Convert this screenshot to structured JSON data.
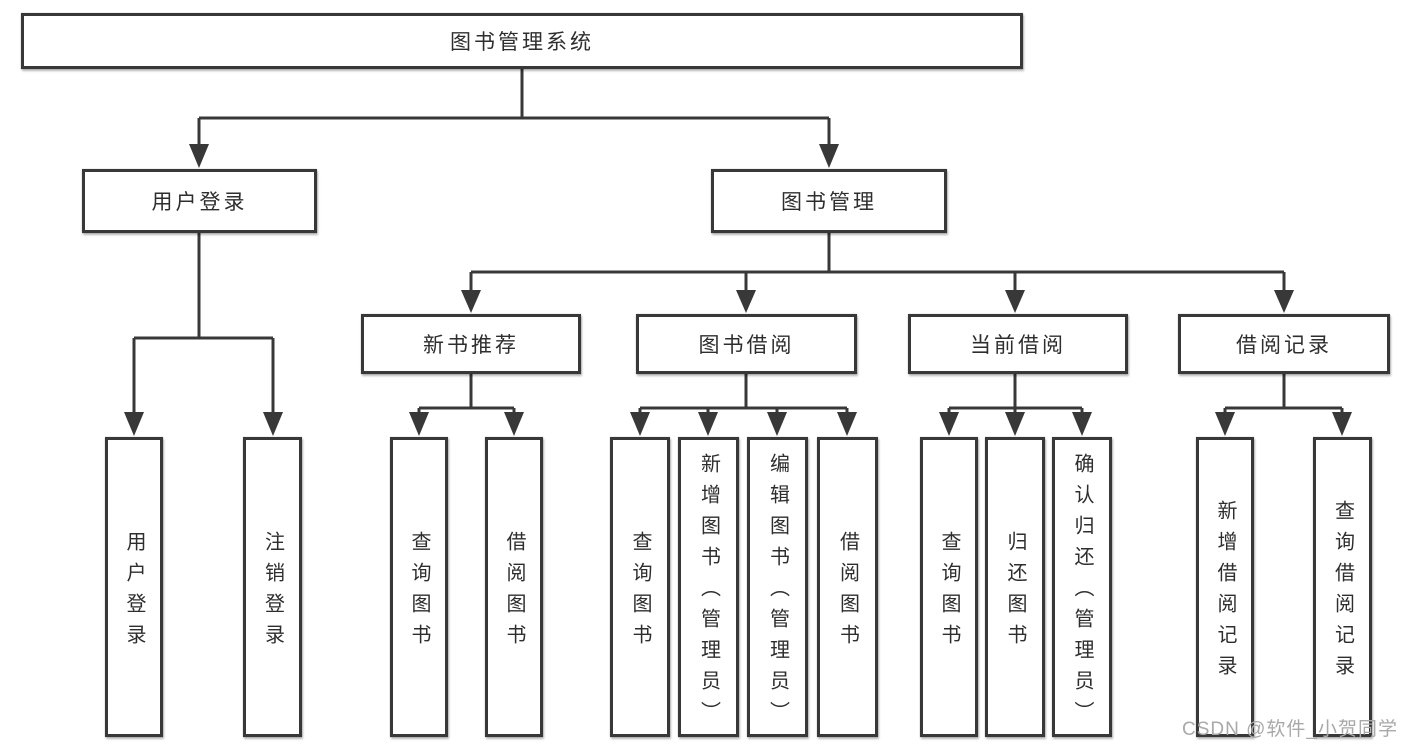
{
  "colors": {
    "line": "#383838",
    "text": "#2e2e2e",
    "watermark": "#a9a9a9"
  },
  "diagram": {
    "root": {
      "label": "图书管理系统"
    },
    "branches": [
      {
        "label": "用户登录",
        "children": [
          {
            "label": "用户登录"
          },
          {
            "label": "注销登录"
          }
        ]
      },
      {
        "label": "图书管理",
        "children": [
          {
            "label": "新书推荐",
            "children": [
              {
                "label": "查询图书"
              },
              {
                "label": "借阅图书"
              }
            ]
          },
          {
            "label": "图书借阅",
            "children": [
              {
                "label": "查询图书"
              },
              {
                "label": "新增图书（管理员）"
              },
              {
                "label": "编辑图书（管理员）"
              },
              {
                "label": "借阅图书"
              }
            ]
          },
          {
            "label": "当前借阅",
            "children": [
              {
                "label": "查询图书"
              },
              {
                "label": "归还图书"
              },
              {
                "label": "确认归还（管理员）"
              }
            ]
          },
          {
            "label": "借阅记录",
            "children": [
              {
                "label": "新增借阅记录"
              },
              {
                "label": "查询借阅记录"
              }
            ]
          }
        ]
      }
    ]
  },
  "watermark": {
    "text": "CSDN @软件_小贺同学"
  }
}
